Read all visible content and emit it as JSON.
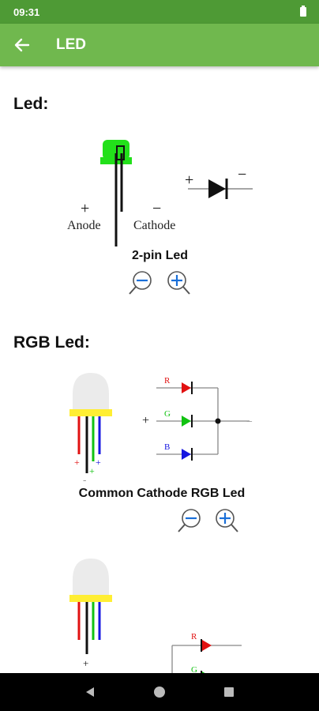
{
  "status_bar": {
    "time": "09:31"
  },
  "app_bar": {
    "title": "LED",
    "back_icon": "arrow-back-icon"
  },
  "sections": {
    "led": {
      "heading": "Led:",
      "caption": "2-pin Led",
      "anode_label": "Anode",
      "cathode_label": "Cathode",
      "plus": "+",
      "minus": "−"
    },
    "rgb": {
      "heading": "RGB Led:",
      "caption": "Common Cathode RGB Led",
      "r_label": "R",
      "g_label": "G",
      "b_label": "B",
      "plus": "+",
      "minus": "−"
    }
  },
  "colors": {
    "status_bar": "#4e9a35",
    "app_bar": "#70b84e",
    "led_green": "#22e01a",
    "led_yellow": "#ffee33",
    "red": "#e11111",
    "green": "#11c211",
    "blue": "#1616e0",
    "zoom_blue": "#1a6fd8"
  },
  "icons": {
    "zoom_out": "zoom-out-icon",
    "zoom_in": "zoom-in-icon",
    "nav_back": "nav-back-icon",
    "nav_home": "nav-home-icon",
    "nav_recents": "nav-recents-icon"
  }
}
